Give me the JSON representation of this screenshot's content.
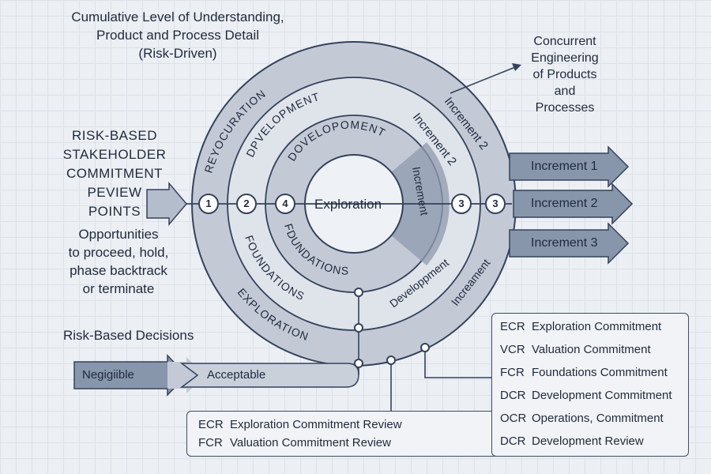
{
  "title": {
    "line1": "Cumulative Level of Understanding,",
    "line2": "Product and Process Detail",
    "line3": "(Risk-Driven)"
  },
  "concurrent": {
    "line1": "Concurrent",
    "line2": "Engineering",
    "line3": "of Products",
    "line4": "and",
    "line5": "Processes"
  },
  "risk_review": {
    "line1": "RISK-BASED",
    "line2": "STAKEHOLDER",
    "line3": "COMMITMENT",
    "line4": "PEVIEW",
    "line5": "POINTS"
  },
  "opportunities": {
    "line1": "Opportunities",
    "line2": "to proceed, hold,",
    "line3": "phase backtrack",
    "line4": "or terminate"
  },
  "decisions": {
    "label": "Risk-Based Decisions",
    "negligible": "Negigiible",
    "acceptable": "Acceptable"
  },
  "spiral": {
    "center": "Exploration",
    "outer_top": "REYOCURATION",
    "outer_bottom": "EXPLORATION",
    "outer_right_top": "Increment 2",
    "outer_right_bottom": "Increament",
    "mid_top": "DPVELOPMENT",
    "mid_bottom": "FOUNDATIONS",
    "mid_right_top": "Increment 2",
    "mid_right_bottom": "Developpment",
    "inner_top": "DOVELOPOMENT",
    "inner_bottom": "FDUNDATIONS",
    "wedge": "Increment"
  },
  "nodes": [
    "1",
    "2",
    "4",
    "3",
    "3"
  ],
  "increments": [
    "Increment 1",
    "Increment 2",
    "Increment 3"
  ],
  "legend_right": [
    {
      "code": "ECR",
      "text": "Exploration Commitment"
    },
    {
      "code": "VCR",
      "text": "Valuation Commitment"
    },
    {
      "code": "FCR",
      "text": "Foundations Commitment"
    },
    {
      "code": "DCR",
      "text": "Development Commitment"
    },
    {
      "code": "OCR",
      "text": "Operations, Commitment"
    },
    {
      "code": "DCR",
      "text": "Development Review"
    }
  ],
  "legend_bottom": [
    {
      "code": "ECR",
      "text": "Exploration Commitment Review"
    },
    {
      "code": "FCR",
      "text": "Valuation Commitment Review"
    }
  ]
}
